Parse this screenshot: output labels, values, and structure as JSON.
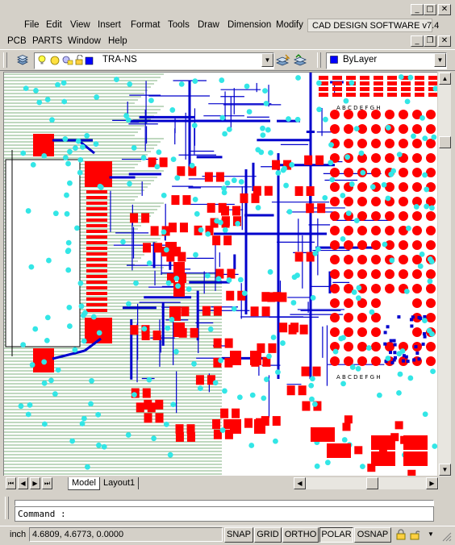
{
  "window": {
    "min_label": "_",
    "max_label": "□",
    "close_label": "✕",
    "doc_min_label": "_",
    "doc_restore_label": "❐",
    "doc_close_label": "✕"
  },
  "menu_row1": [
    {
      "key": "file",
      "label": "File"
    },
    {
      "key": "edit",
      "label": "Edit"
    },
    {
      "key": "view",
      "label": "View"
    },
    {
      "key": "insert",
      "label": "Insert"
    },
    {
      "key": "format",
      "label": "Format"
    },
    {
      "key": "tools",
      "label": "Tools"
    },
    {
      "key": "draw",
      "label": "Draw"
    },
    {
      "key": "dimension",
      "label": "Dimension"
    },
    {
      "key": "modify",
      "label": "Modify"
    }
  ],
  "menu_row2": [
    {
      "key": "pcb",
      "label": "PCB"
    },
    {
      "key": "parts",
      "label": "PARTS"
    },
    {
      "key": "window",
      "label": "Window"
    },
    {
      "key": "help",
      "label": "Help"
    }
  ],
  "app_title": "CAD DESIGN SOFTWARE v7.4",
  "layer": {
    "current": "TRA-NS",
    "swatch_color": "#0000ff",
    "color_value": "ByLayer",
    "color_swatch": "#0000ff"
  },
  "tabs": [
    {
      "key": "model",
      "label": "Model",
      "active": true
    },
    {
      "key": "layout1",
      "label": "Layout1",
      "active": false
    }
  ],
  "command": {
    "prompt": "Command :"
  },
  "status": {
    "units": "inch",
    "coords": "4.6809, 4.6773, 0.0000",
    "buttons": [
      {
        "key": "snap",
        "label": "SNAP",
        "on": false
      },
      {
        "key": "grid",
        "label": "GRID",
        "on": false
      },
      {
        "key": "ortho",
        "label": "ORTHO",
        "on": false
      },
      {
        "key": "polar",
        "label": "POLAR",
        "on": true
      },
      {
        "key": "osnap",
        "label": "OSNAP",
        "on": false
      }
    ]
  },
  "pcb": {
    "board_color": "#ffffff",
    "trace_color": "#0000cc",
    "pad_color": "#ff0000",
    "via_color": "#33e6e6",
    "plane_color": "#006600",
    "row_labels": "A B C D E F G H"
  }
}
